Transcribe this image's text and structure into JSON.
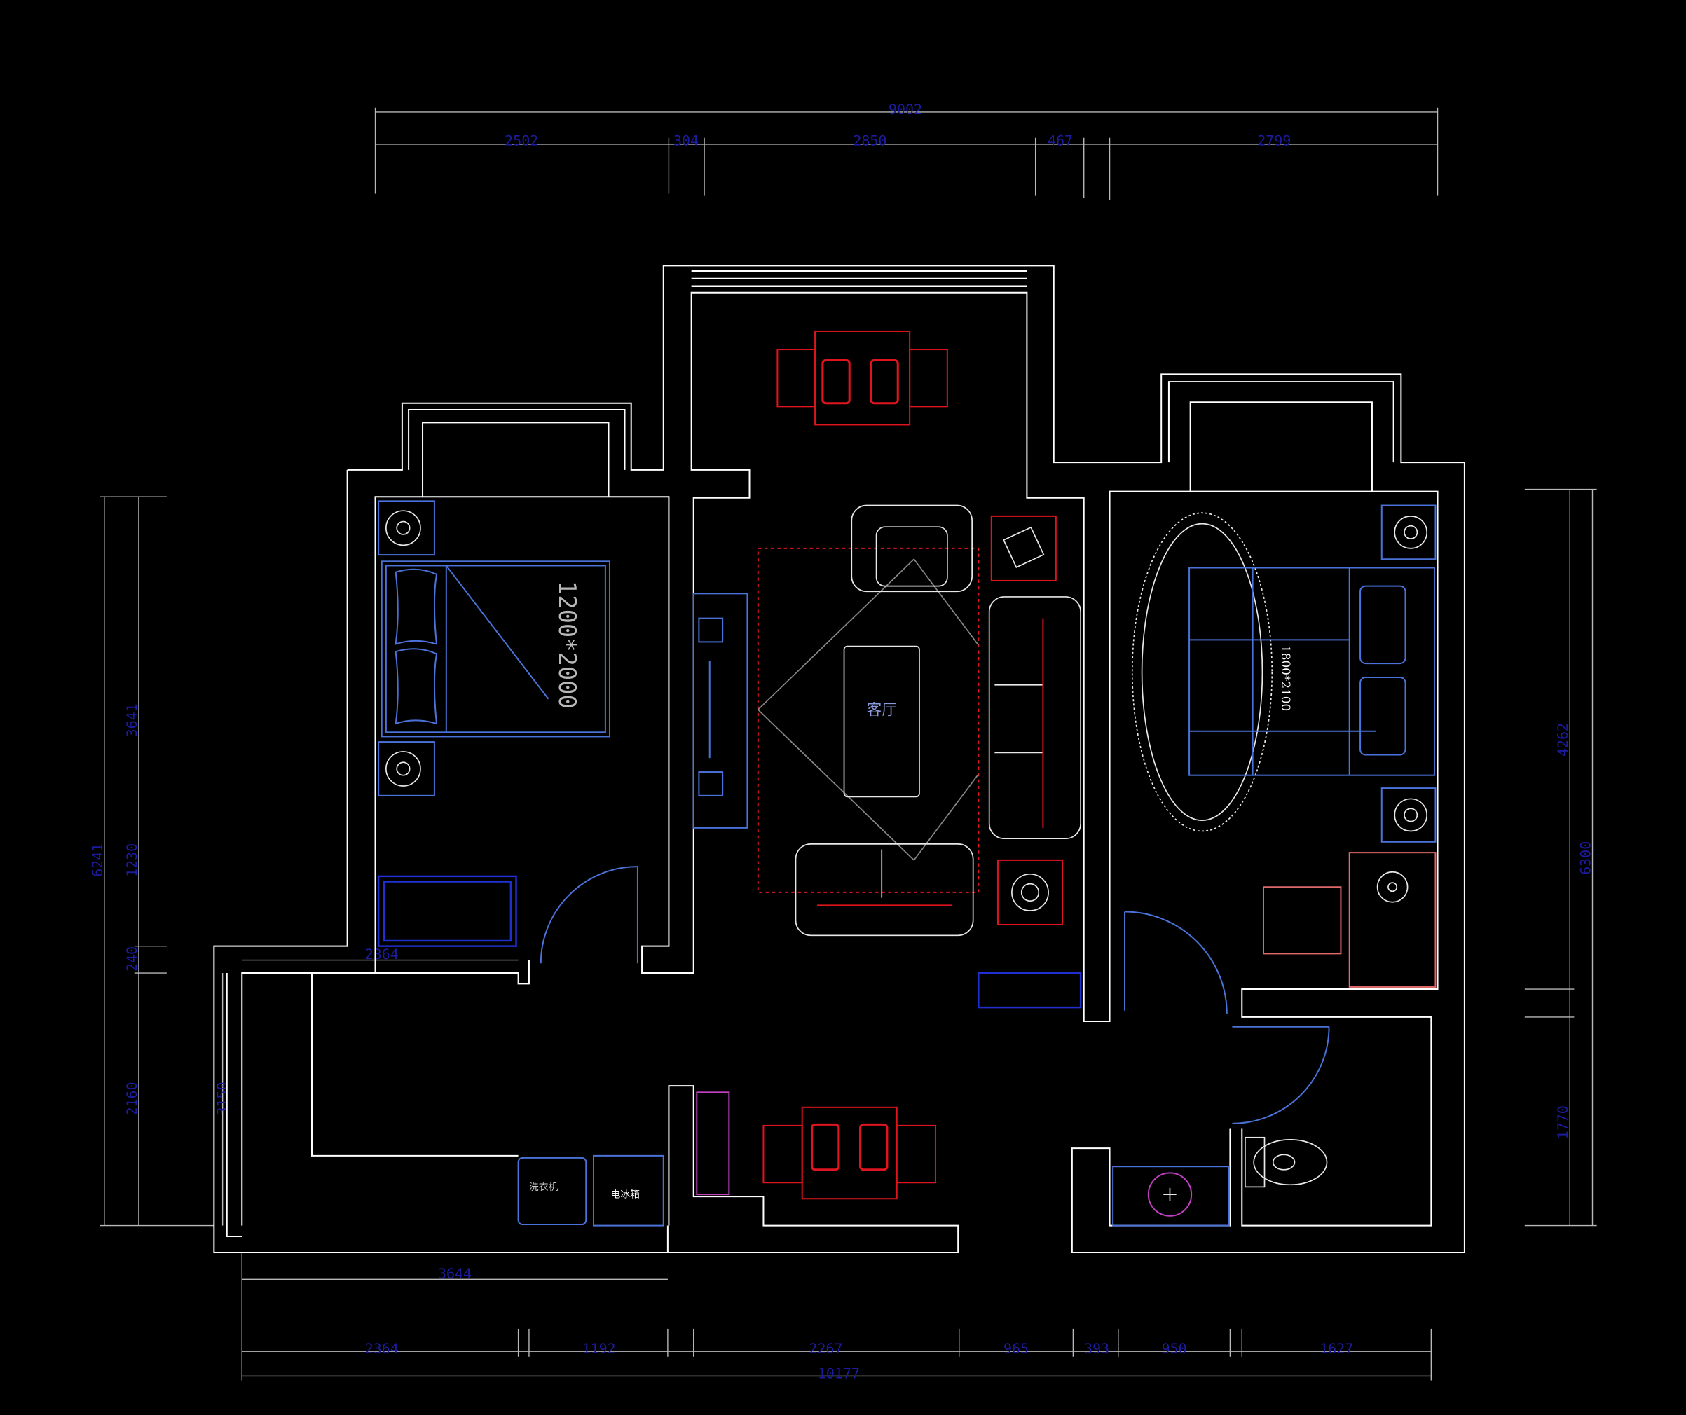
{
  "dimensions": {
    "top_total": "9002",
    "top": [
      "2502",
      "304",
      "2850",
      "467",
      "2799"
    ],
    "bottom": [
      "2364",
      "1192",
      "2267",
      "965",
      "393",
      "950",
      "1627"
    ],
    "bottom_total": "10177",
    "left_outer": "6241",
    "left": [
      "3641",
      "1230",
      "240",
      "2160"
    ],
    "right_outer": "6300",
    "right": [
      "4262",
      "1770"
    ],
    "interior_kitchen_width": "2364",
    "interior_kitchen_bottom": "3644",
    "interior_kitchen_depth": "3150"
  },
  "rooms": {
    "living_room": "客厅",
    "master_bed_size": "1800*2100",
    "second_bed_size": "1200*2000"
  },
  "appliances": {
    "washing_machine": "洗衣机",
    "refrigerator": "电冰箱"
  },
  "colors": {
    "background": "#000000",
    "walls": "#ffffff",
    "furniture_red": "#e0141e",
    "furniture_blue": "#4a72d8",
    "dimension_text": "#1c1ca0"
  }
}
